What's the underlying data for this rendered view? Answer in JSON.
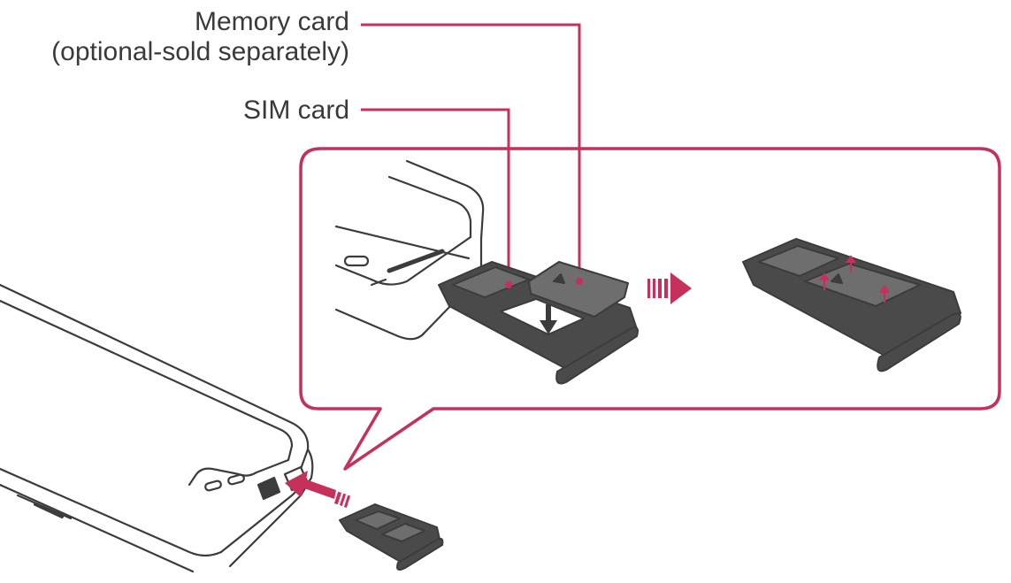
{
  "callouts": {
    "memory_card": {
      "line1": "Memory card",
      "line2": "(optional-sold separately)"
    },
    "sim_card": "SIM card"
  },
  "colors": {
    "accent": "#c6305b",
    "outline": "#3c3c3c",
    "card_fill": "#6e6e6e",
    "tray_fill": "#4a4a4a"
  }
}
